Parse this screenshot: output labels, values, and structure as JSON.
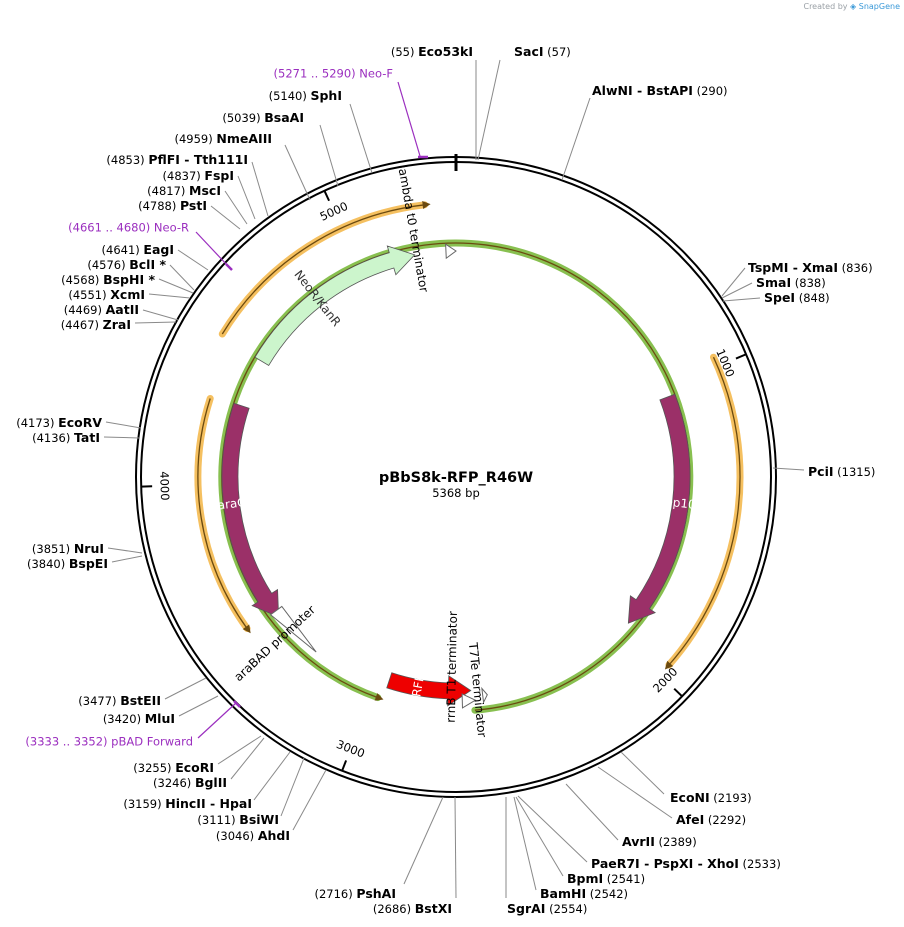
{
  "watermark": {
    "prefix": "Created by",
    "brand": "SnapGene"
  },
  "plasmid": {
    "name": "pBbS8k-RFP_R46W",
    "size_label": "5368 bp",
    "length": 5368
  },
  "colors": {
    "backbone": "#000000",
    "orange_band": "#f5c060",
    "neo_green": "#ccf5cc",
    "arac": "#9b3068",
    "rep101": "#9b3068",
    "mrfp1": "#ee0000",
    "primer": "#9b2fbf",
    "green_band": "#88c050"
  },
  "ticks": [
    {
      "pos": 1000,
      "label": "1000"
    },
    {
      "pos": 2000,
      "label": "2000"
    },
    {
      "pos": 3000,
      "label": "3000"
    },
    {
      "pos": 4000,
      "label": "4000"
    },
    {
      "pos": 5000,
      "label": "5000"
    }
  ],
  "features": [
    {
      "name": "NeoR/KanR",
      "type": "arrow",
      "start": 4485,
      "end": 5211,
      "color": "#ccf5cc",
      "text": "#333333"
    },
    {
      "name": "araC",
      "type": "arrow",
      "start": 4300,
      "end": 3455,
      "color": "#9b3068",
      "text": "#ffffff"
    },
    {
      "name": "Rep101",
      "type": "arrow",
      "start": 1033,
      "end": 1943,
      "color": "#9b3068",
      "text": "#ffffff"
    },
    {
      "name": "mRFP1",
      "type": "arrow",
      "start": 2955,
      "end": 2625,
      "color": "#ee0000",
      "text": "#ffffff"
    }
  ],
  "outer_features": [
    {
      "name": "lambda t0 terminator"
    },
    {
      "name": "araBAD promoter"
    },
    {
      "name": "rrnB T1 terminator"
    },
    {
      "name": "T7Te terminator"
    }
  ],
  "primers": [
    {
      "label": "(5271 .. 5290)  Neo-F"
    },
    {
      "label": "(4661 .. 4680)  Neo-R"
    },
    {
      "label": "(3333 .. 3352)  pBAD Forward"
    }
  ],
  "sites": [
    {
      "name": "Eco53kI",
      "pos": "(55)"
    },
    {
      "name": "SacI",
      "pos": "(57)"
    },
    {
      "name": "AlwNI",
      "name2": "BstAPI",
      "pos": "(290)"
    },
    {
      "name": "TspMI",
      "name2": "XmaI",
      "pos": "(836)"
    },
    {
      "name": "SmaI",
      "pos": "(838)"
    },
    {
      "name": "SpeI",
      "pos": "(848)"
    },
    {
      "name": "PciI",
      "pos": "(1315)"
    },
    {
      "name": "EcoNI",
      "pos": "(2193)"
    },
    {
      "name": "AfeI",
      "pos": "(2292)"
    },
    {
      "name": "AvrII",
      "pos": "(2389)"
    },
    {
      "name": "PaeR7I",
      "name2": "PspXI",
      "name3": "XhoI",
      "pos": "(2533)"
    },
    {
      "name": "BpmI",
      "pos": "(2541)"
    },
    {
      "name": "BamHI",
      "pos": "(2542)"
    },
    {
      "name": "SgrAI",
      "pos": "(2554)"
    },
    {
      "name": "BstXI",
      "pos": "(2686)"
    },
    {
      "name": "PshAI",
      "pos": "(2716)"
    },
    {
      "name": "AhdI",
      "pos": "(3046)"
    },
    {
      "name": "BsiWI",
      "pos": "(3111)"
    },
    {
      "name": "HincII",
      "name2": "HpaI",
      "pos": "(3159)"
    },
    {
      "name": "BglII",
      "pos": "(3246)"
    },
    {
      "name": "EcoRI",
      "pos": "(3255)"
    },
    {
      "name": "MluI",
      "pos": "(3420)"
    },
    {
      "name": "BstEII",
      "pos": "(3477)"
    },
    {
      "name": "BspEI",
      "pos": "(3840)"
    },
    {
      "name": "NruI",
      "pos": "(3851)"
    },
    {
      "name": "TatI",
      "pos": "(4136)"
    },
    {
      "name": "EcoRV",
      "pos": "(4173)"
    },
    {
      "name": "ZraI",
      "pos": "(4467)"
    },
    {
      "name": "AatII",
      "pos": "(4469)"
    },
    {
      "name": "XcmI",
      "pos": "(4551)"
    },
    {
      "name": "BspHI *",
      "pos": "(4568)"
    },
    {
      "name": "BclI *",
      "pos": "(4576)"
    },
    {
      "name": "EagI",
      "pos": "(4641)"
    },
    {
      "name": "PstI",
      "pos": "(4788)"
    },
    {
      "name": "MscI",
      "pos": "(4817)"
    },
    {
      "name": "FspI",
      "pos": "(4837)"
    },
    {
      "name": "PflFI",
      "name2": "Tth111I",
      "pos": "(4853)"
    },
    {
      "name": "NmeAIII",
      "pos": "(4959)"
    },
    {
      "name": "BsaAI",
      "pos": "(5039)"
    },
    {
      "name": "SphI",
      "pos": "(5140)"
    }
  ]
}
